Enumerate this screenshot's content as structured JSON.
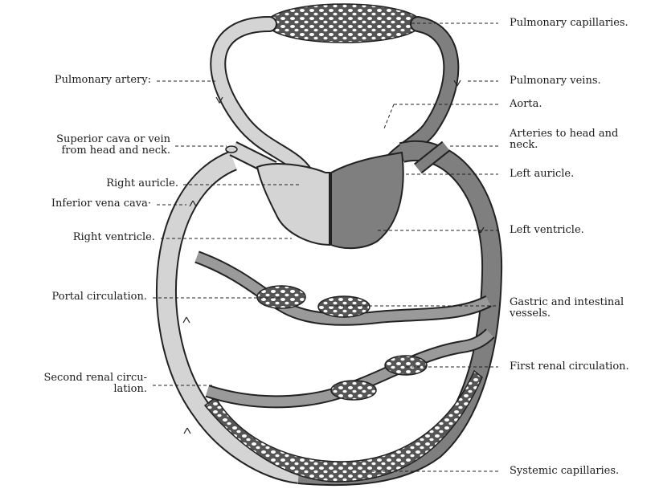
{
  "diagram": {
    "labels_left": {
      "pulmonary_artery": "Pulmonary artery:",
      "superior_cava": "Superior cava or vein\nfrom head and neck.",
      "right_auricle": "Right auricle.",
      "inferior_vena_cava": "Inferior vena cava·",
      "right_ventricle": "Right ventricle.",
      "portal_circulation": "Portal circulation.",
      "second_renal": "Second renal circu-\nlation."
    },
    "labels_right": {
      "pulmonary_capillaries": "Pulmonary capillaries.",
      "pulmonary_veins": "Pulmonary veins.",
      "aorta": "Aorta.",
      "arteries_head_neck": "Arteries to head and\nneck.",
      "left_auricle": "Left auricle.",
      "left_ventricle": "Left ventricle.",
      "gastric_intestinal": "Gastric and intestinal\nvessels.",
      "first_renal": "First renal circulation.",
      "systemic_capillaries": "Systemic capillaries."
    },
    "colors": {
      "venous": "#d4d4d4",
      "arterial": "#7f7f7f",
      "outline": "#222222"
    }
  }
}
